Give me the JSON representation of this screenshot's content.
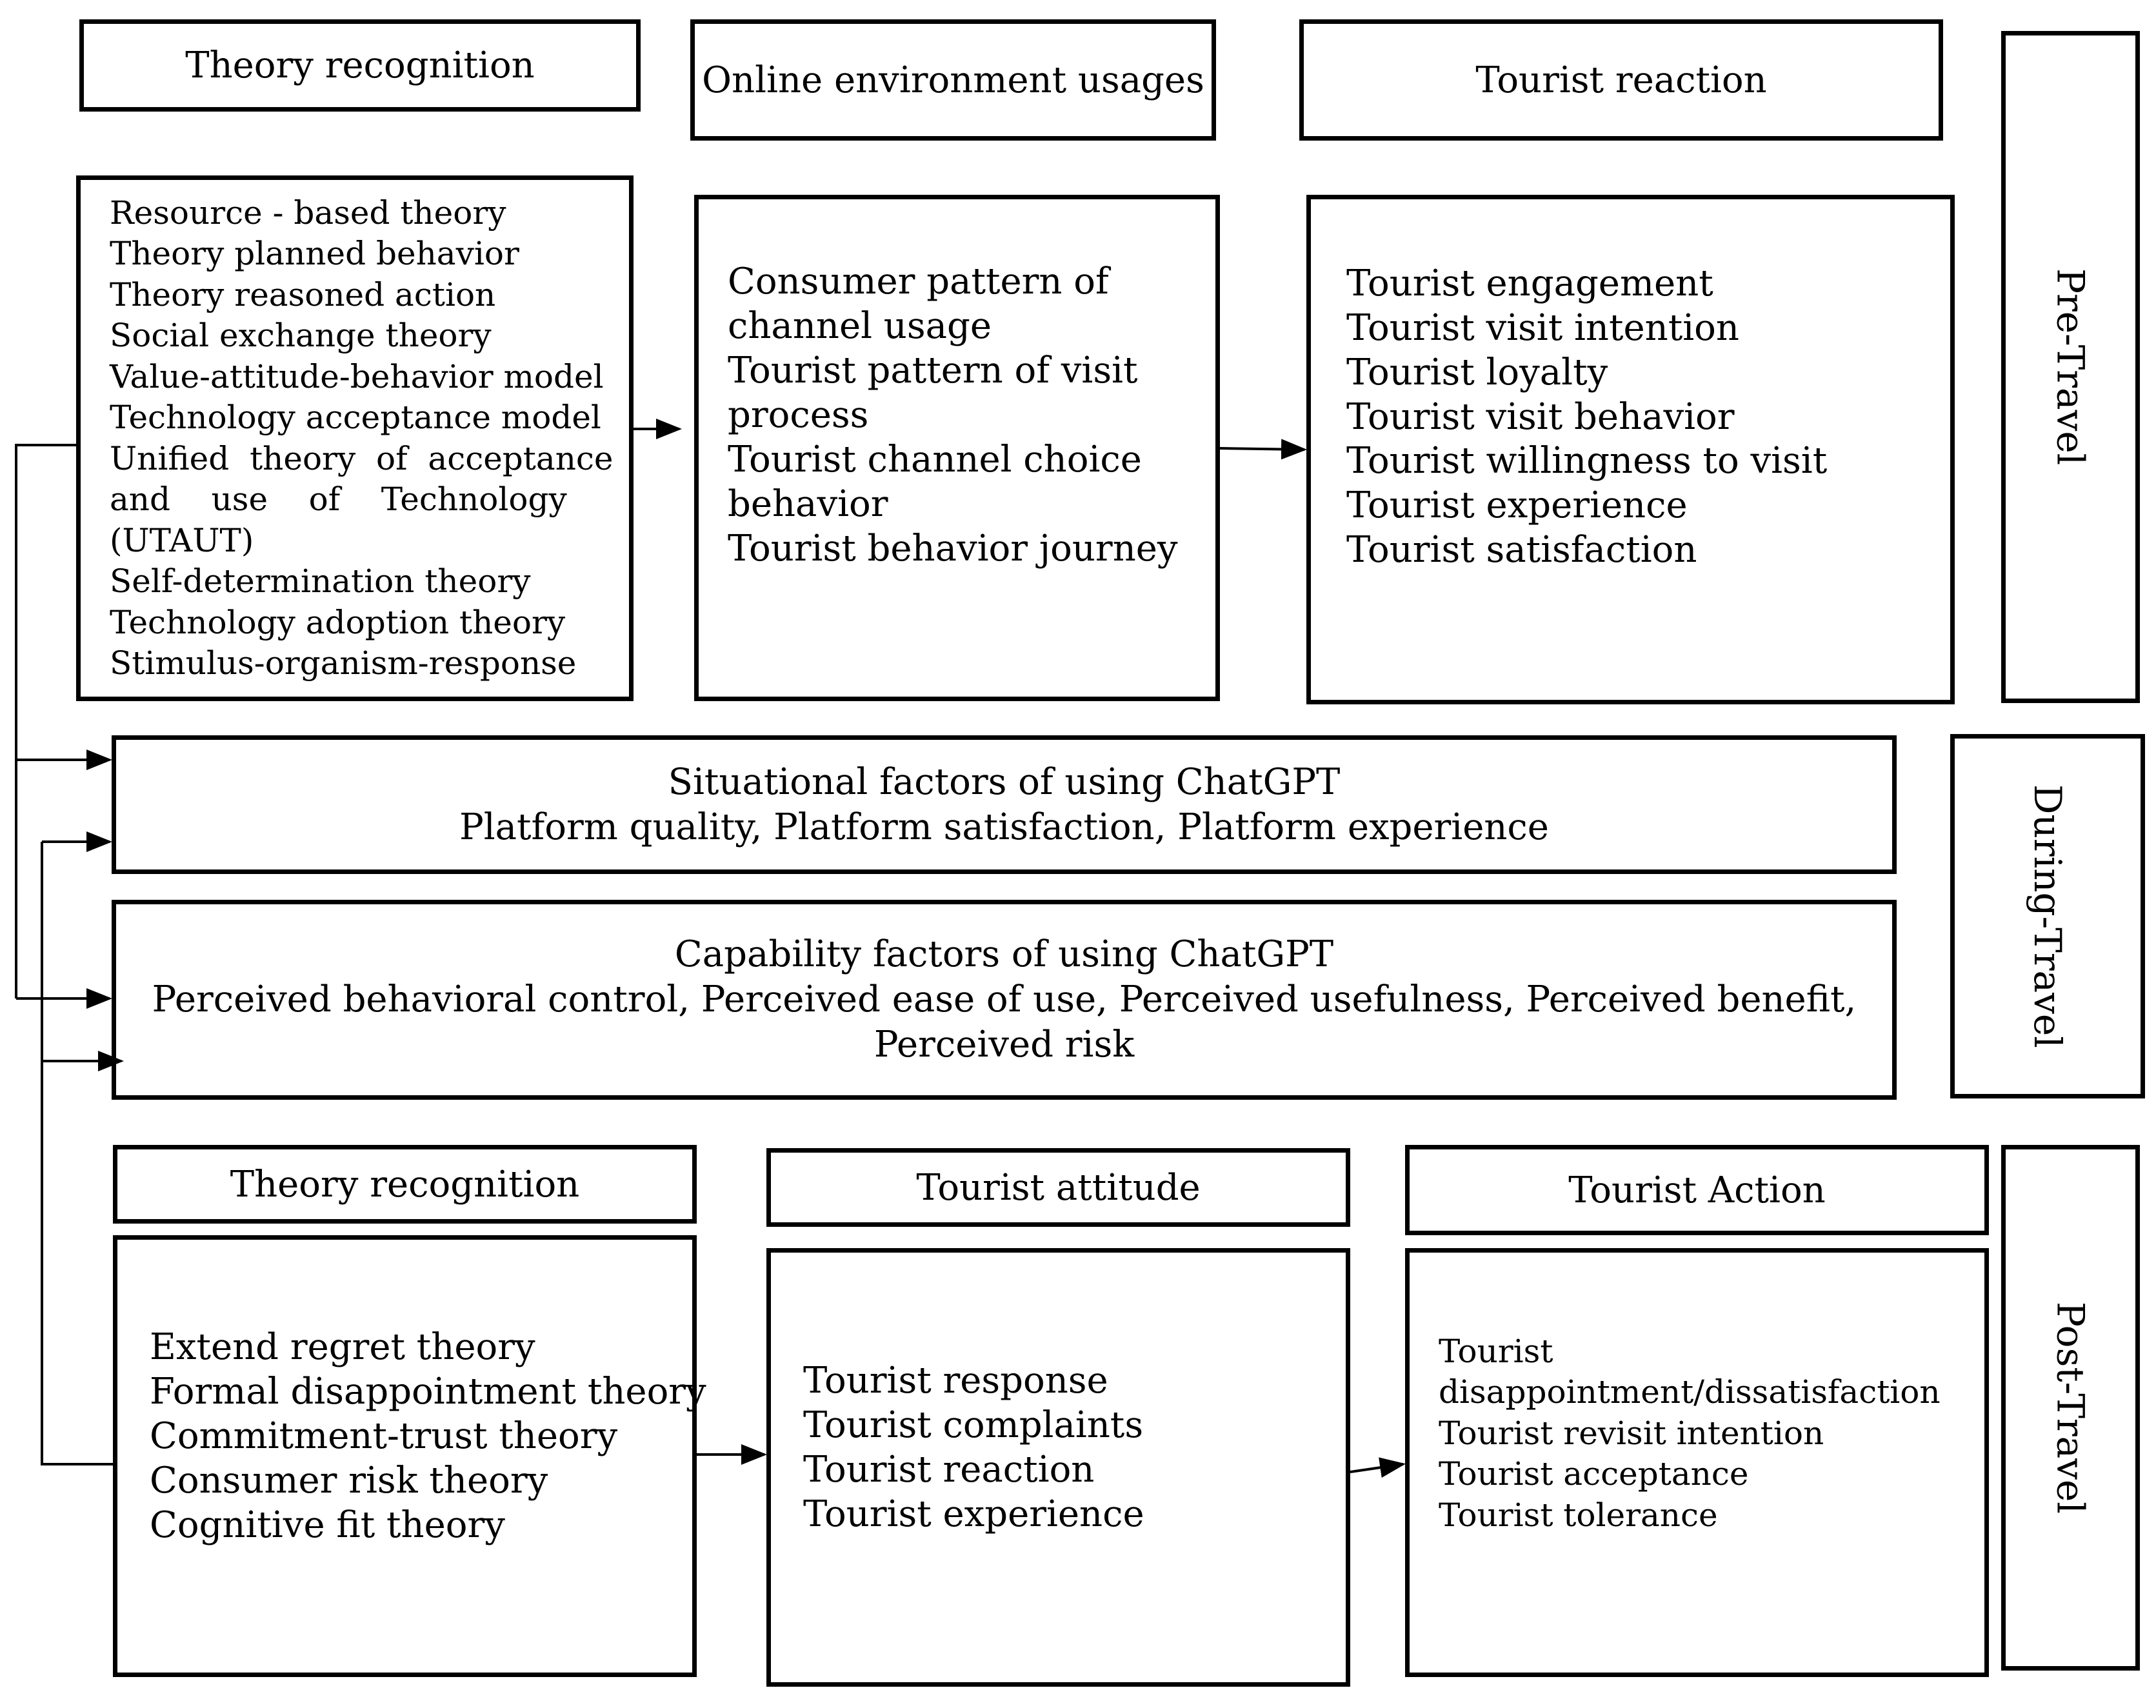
{
  "pre_travel": {
    "phase_label": "Pre-Travel",
    "headers": {
      "theory": "Theory recognition",
      "online": "Online environment usages",
      "reaction": "Tourist reaction"
    },
    "theories": [
      "Resource - based theory",
      "Theory planned behavior",
      "Theory reasoned action",
      "Social exchange theory",
      "Value-attitude-behavior model",
      "Technology acceptance model",
      "Unified  theory  of  acceptance",
      "and    use    of    Technology",
      "(UTAUT)",
      "Self-determination theory",
      "Technology adoption theory",
      "Stimulus-organism-response"
    ],
    "online_items": [
      "Consumer pattern of",
      "channel usage",
      "Tourist pattern of visit",
      "process",
      "Tourist channel choice",
      "behavior",
      "Tourist behavior journey"
    ],
    "reaction_items": [
      "Tourist engagement",
      "Tourist visit intention",
      "Tourist loyalty",
      "Tourist visit behavior",
      "Tourist willingness to visit",
      "Tourist experience",
      "Tourist satisfaction"
    ]
  },
  "during_travel": {
    "phase_label": "During-Travel",
    "situational": {
      "title": "Situational factors of using ChatGPT",
      "items": "Platform quality, Platform satisfaction, Platform experience"
    },
    "capability": {
      "title": "Capability factors of using ChatGPT",
      "line1": "Perceived behavioral control, Perceived ease of use, Perceived usefulness, Perceived benefit,",
      "line2": "Perceived risk"
    }
  },
  "post_travel": {
    "phase_label": "Post-Travel",
    "headers": {
      "theory": "Theory recognition",
      "attitude": "Tourist attitude",
      "action": "Tourist Action"
    },
    "theories": [
      "Extend regret theory",
      "Formal disappointment theory",
      "Commitment-trust theory",
      "Consumer risk theory",
      "Cognitive fit theory"
    ],
    "attitude_items": [
      "Tourist response",
      "Tourist complaints",
      "Tourist reaction",
      "Tourist experience"
    ],
    "action_items": [
      "Tourist",
      "disappointment/dissatisfaction",
      "Tourist revisit intention",
      "Tourist acceptance",
      "Tourist tolerance"
    ]
  }
}
